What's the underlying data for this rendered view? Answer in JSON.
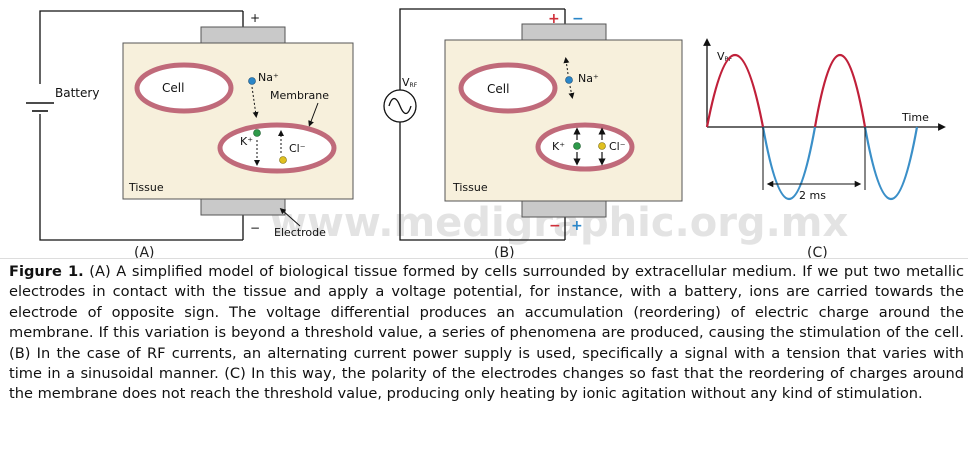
{
  "watermark": "www.medigraphic.org.mx",
  "panel_a": {
    "label": "(A)",
    "battery_label": "Battery",
    "cell_label": "Cell",
    "membrane_label": "Membrane",
    "tissue_label": "Tissue",
    "electrode_label": "Electrode",
    "na_label": "Na⁺",
    "k_label": "K⁺",
    "cl_label": "Cl⁻",
    "top_sign": "+",
    "bottom_sign": "−"
  },
  "panel_b": {
    "label": "(B)",
    "source_label": "V",
    "source_sub": "RF",
    "cell_label": "Cell",
    "tissue_label": "Tissue",
    "na_label": "Na⁺",
    "k_label": "K⁺",
    "cl_label": "Cl⁻",
    "top_sign_red": "+",
    "top_sign_blue": "−",
    "bottom_sign_red": "−",
    "bottom_sign_blue": "+"
  },
  "panel_c": {
    "label": "(C)",
    "y_label": "V",
    "y_label_sub": "RF",
    "x_label": "Time",
    "period_label": "2 ms"
  },
  "colors": {
    "tissue_fill": "#f7f0dc",
    "electrode_fill": "#c9c9c9",
    "membrane": "#c06a7a",
    "positive_wave": "#c0203a",
    "negative_wave": "#3a8fc8",
    "sign_red": "#d0303a",
    "sign_blue": "#2a86c8",
    "na_ion": "#2a86c8",
    "k_ion": "#2e9a4a",
    "cl_ion": "#e0c020"
  },
  "caption": {
    "lead": "Figure 1.",
    "text": " (A) A simplified model of biological tissue formed by cells surrounded by extracellular medium. If we put two metallic electrodes in contact with the tissue and apply a voltage potential, for instance, with a battery, ions are carried towards the electrode of opposite sign. The voltage differential produces an accumulation (reordering) of electric charge around the membrane. If this variation is beyond a threshold value, a series of phenomena are produced, causing the stimulation of the cell. (B) In the case of RF currents, an alternating current power supply is used, specifically a signal with a tension that varies with time in a sinusoidal manner. (C) In this way, the polarity of the electrodes changes so fast that the reordering of charges around the membrane does not reach the threshold value, producing only heating by ionic agitation without any kind of stimulation."
  }
}
